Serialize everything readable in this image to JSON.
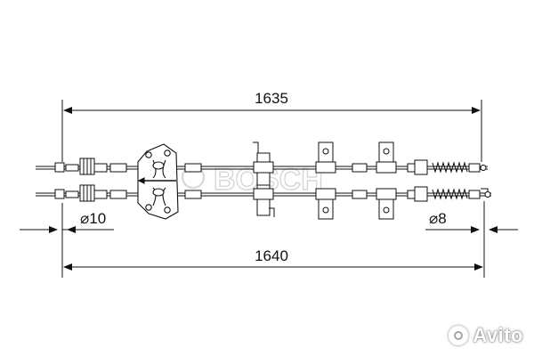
{
  "dimensions": {
    "top_length": "1635",
    "bottom_length": "1640",
    "left_diameter": "⌀10",
    "right_diameter": "⌀8"
  },
  "watermarks": {
    "brand": "BOSCH",
    "badge": "Avito"
  },
  "colors": {
    "line": "#111111",
    "watermark": "#cfcfcf"
  }
}
